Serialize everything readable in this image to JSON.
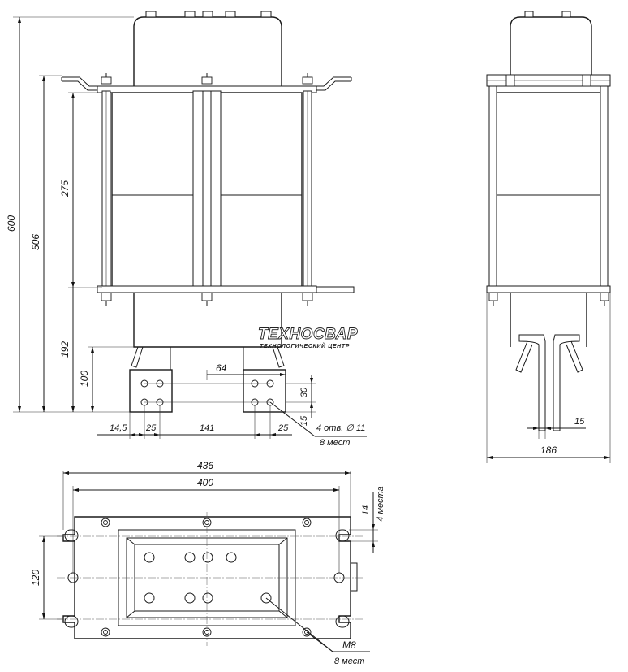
{
  "logo": {
    "name": "ТЕХНОСВАР",
    "subtitle": "ТЕХНОЛОГИЧЕСКИЙ ЦЕНТР"
  },
  "front_view": {
    "dim_total_height": "600",
    "dim_frame_height": "506",
    "dim_window_height": "275",
    "dim_lower_height": "192",
    "dim_terminal_height": "100",
    "dim_hole_spacing_h": "64",
    "dim_hole_spacing_v": "30",
    "dim_hole_edge_v": "15",
    "dim_edge_offset": "14,5",
    "dim_hole_spacing_left": "25",
    "dim_terminal_gap": "141",
    "dim_hole_spacing_right": "25",
    "hole_note_line1": "4 отв. ∅ 11",
    "hole_note_line2": "8 мест"
  },
  "side_view": {
    "dim_terminal_width": "15",
    "dim_overall_depth": "186"
  },
  "plan_view": {
    "dim_overall_length": "436",
    "dim_mount_spacing": "400",
    "dim_mount_width": "120",
    "dim_slot": "14",
    "slot_note": "4 места",
    "thread_note_line1": "М8",
    "thread_note_line2": "8 мест"
  },
  "colors": {
    "line": "#1a1a1a",
    "background": "#ffffff"
  }
}
